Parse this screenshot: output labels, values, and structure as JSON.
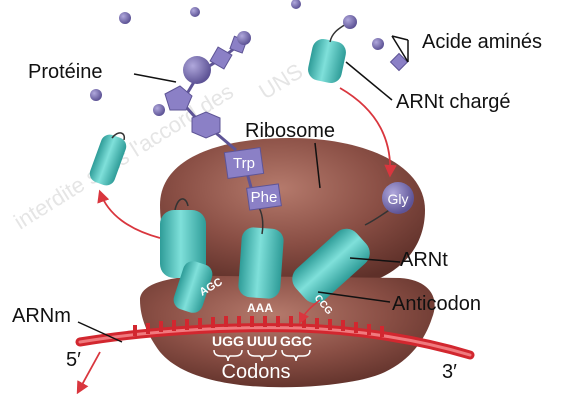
{
  "labels": {
    "proteine": "Protéine",
    "acides": "Acide aminés",
    "arnt_charge": "ARNt chargé",
    "ribosome": "Ribosome",
    "arnt": "ARNt",
    "anticodon": "Anticodon",
    "arnm": "ARNm",
    "end5": "5′",
    "end3": "3′",
    "codons": "Codons"
  },
  "amino_acids": {
    "trp": "Trp",
    "phe": "Phe",
    "gly": "Gly"
  },
  "anticodons": [
    "AGC",
    "AAA",
    "CCG"
  ],
  "codons": [
    "UGG",
    "UUU",
    "GGC"
  ],
  "watermark": {
    "line1": "interdite sans l'accord des",
    "line2": "UNS"
  },
  "colors": {
    "ribosome": "#8a4f45",
    "trna": "#4fc2bf",
    "amino_acid": "#7d72b3",
    "mrna": "#d2272f",
    "arrow": "#d9363e"
  }
}
